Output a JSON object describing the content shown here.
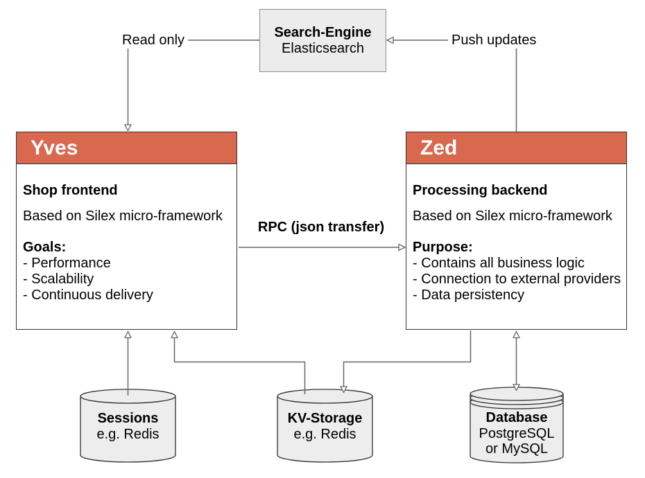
{
  "colors": {
    "header-red": "#d8684e",
    "box-border": "#333333",
    "search-fill": "#ececec",
    "search-border": "#8c8c8c",
    "store-fill": "#ededed",
    "store-border": "#2e2e2e",
    "line-gray": "#666666"
  },
  "nodes": {
    "search_engine": {
      "title": "Search-Engine",
      "subtitle": "Elasticsearch"
    },
    "yves": {
      "title": "Yves",
      "role": "Shop frontend",
      "framework": "Based on Silex micro-framework",
      "list_heading": "Goals:",
      "items": [
        "- Performance",
        "- Scalability",
        "- Continuous delivery"
      ]
    },
    "zed": {
      "title": "Zed",
      "role": "Processing backend",
      "framework": "Based on Silex micro-framework",
      "list_heading": "Purpose:",
      "items": [
        "- Contains all business logic",
        "- Connection to external providers",
        "- Data persistency"
      ]
    }
  },
  "edges": {
    "read_only": "Read only",
    "push_updates": "Push updates",
    "rpc": "RPC (json transfer)"
  },
  "stores": {
    "sessions": {
      "title": "Sessions",
      "lines": [
        "e.g. Redis"
      ]
    },
    "kv_storage": {
      "title": "KV-Storage",
      "lines": [
        "e.g. Redis"
      ]
    },
    "database": {
      "title": "Database",
      "lines": [
        "PostgreSQL",
        "or MySQL"
      ]
    }
  }
}
